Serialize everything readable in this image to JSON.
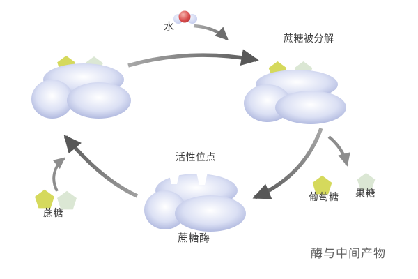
{
  "labels": {
    "water": "水",
    "sucrose_broken_down": "蔗糖被分解",
    "active_site": "活性位点",
    "sucrase": "蔗糖酶",
    "sucrose": "蔗糖",
    "glucose": "葡萄糖",
    "fructose": "果糖"
  },
  "caption": "酶与中间产物",
  "icons": {
    "water_molecule": "water-molecule-icon",
    "glucose_unit": "yellow-pentagon",
    "fructose_unit": "pale-green-pentagon",
    "enzyme": "three-lobed-blue-enzyme-blob"
  },
  "colors": {
    "background": "#ffffff",
    "label_text": "#3c3c3c",
    "caption_text": "#5f5f5f",
    "glucose_yellow": "#d5d95c",
    "fructose_green": "#dbe7d4",
    "enzyme_edge": "#9ea8d6",
    "enzyme_mid": "#dbe0f4",
    "enzyme_highlight": "#ffffff",
    "arrow_dark": "#585858",
    "arrow_tail_gray": "#a8a8a8",
    "arrow_light": "#8d8d8d",
    "water_oxygen_red": "#d94c4c",
    "water_hydrogen_blue": "#c0c8ec"
  }
}
